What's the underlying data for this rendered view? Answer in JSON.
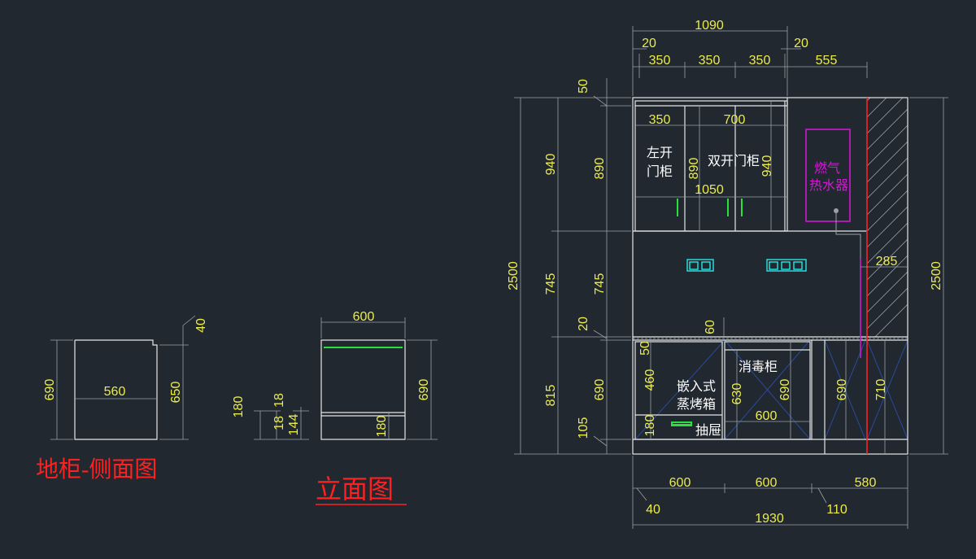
{
  "titles": {
    "side_view": "地柜-侧面图",
    "front_view": "立面图"
  },
  "labels": {
    "left_door": [
      "左开",
      "门柜"
    ],
    "double_door": "双开门柜",
    "water_heater": [
      "燃气",
      "热水器"
    ],
    "steam_oven": [
      "嵌入式",
      "蒸烤箱"
    ],
    "sterilizer": "消毒柜",
    "drawer": "抽屉"
  },
  "dims": {
    "side_h690": "690",
    "side_w560": "560",
    "side_h650": "650",
    "side_40": "40",
    "mid_180a": "180",
    "mid_18a": "18",
    "mid_18b": "18",
    "mid_144": "144",
    "front_w600": "600",
    "front_h690": "690",
    "front_180": "180",
    "top_1090": "1090",
    "top_20l": "20",
    "top_20r": "20",
    "top_350a": "350",
    "top_350b": "350",
    "top_350c": "350",
    "top_555": "555",
    "left_50": "50",
    "left_940": "940",
    "left_890": "890",
    "left_2500": "2500",
    "left_745a": "745",
    "left_745b": "745",
    "left_20": "20",
    "left_815": "815",
    "left_690": "690",
    "left_105": "105",
    "in_350": "350",
    "in_700": "700",
    "in_890": "890",
    "in_940": "940",
    "in_1050": "1050",
    "in_285": "285",
    "in_60": "60",
    "in_50": "50",
    "in_460": "460",
    "in_180": "180",
    "in_630": "630",
    "in_690a": "690",
    "in_600": "600",
    "in_690b": "690",
    "in_710": "710",
    "right_2500": "2500",
    "bot_600a": "600",
    "bot_600b": "600",
    "bot_580": "580",
    "bot_40": "40",
    "bot_110": "110",
    "bot_1930": "1930"
  },
  "colors": {
    "background": "#212830",
    "line": "#e6e6e6",
    "dimension_text": "#ecec4a",
    "title_red": "#ff2020",
    "handle_green": "#27e23a",
    "socket_cyan": "#29e6e6",
    "heater_magenta": "#d01ad0",
    "cabinet_blue": "#2a4a9a"
  }
}
